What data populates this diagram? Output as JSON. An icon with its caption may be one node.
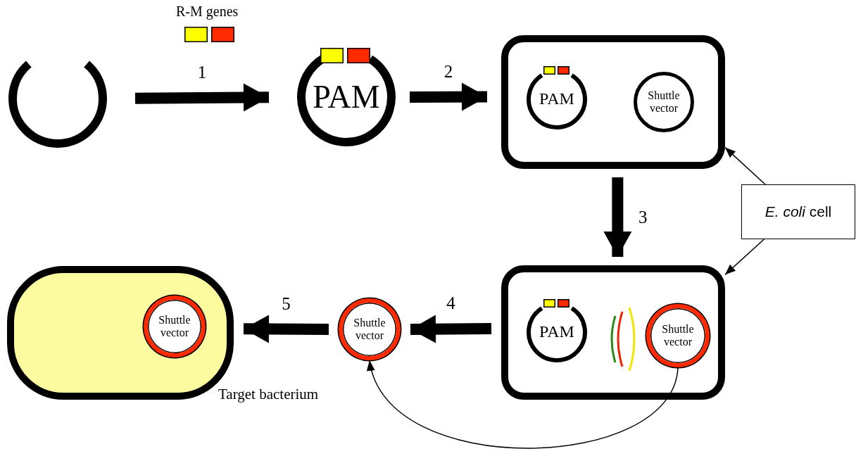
{
  "diagram": {
    "nodes": [
      {
        "text": [],
        "shape": "circle"
      },
      {
        "text": [
          "PAM"
        ]
      },
      {
        "text": [],
        "shape": "box"
      },
      {
        "text": [
          "PAM"
        ],
        "in": 2
      },
      {
        "text": [
          "Shuttle vector"
        ],
        "in": 2
      },
      {
        "text": [],
        "shape": "box"
      },
      {
        "text": [
          "PAM"
        ],
        "in": 5
      },
      {
        "text": [
          "Shuttle vector"
        ],
        "in": 5
      },
      {
        "text": [
          "Shuttle vector"
        ]
      },
      {
        "text": [
          "Target bacterium"
        ]
      },
      {
        "text": [
          "Shuttle vector"
        ],
        "in": 9
      },
      {
        "text": [
          "*E. coli* cell"
        ]
      }
    ],
    "edges": [
      {
        "from": 0,
        "to": 1,
        "arrow": "to",
        "label": "1"
      },
      {
        "from": 1,
        "to": 2,
        "arrow": "to",
        "label": "2"
      },
      {
        "from": 2,
        "to": 5,
        "arrow": "to",
        "label": "3"
      },
      {
        "from": 5,
        "to": 8,
        "arrow": "to",
        "label": "4"
      },
      {
        "from": 8,
        "to": 9,
        "arrow": "to",
        "label": "5"
      },
      {
        "from": 7,
        "to": 8,
        "arrow": "to"
      },
      {
        "from": 11,
        "to": 2,
        "arrow": "to"
      },
      {
        "from": 11,
        "to": 5,
        "arrow": "to"
      }
    ],
    "labels": [
      "R-M genes"
    ]
  }
}
